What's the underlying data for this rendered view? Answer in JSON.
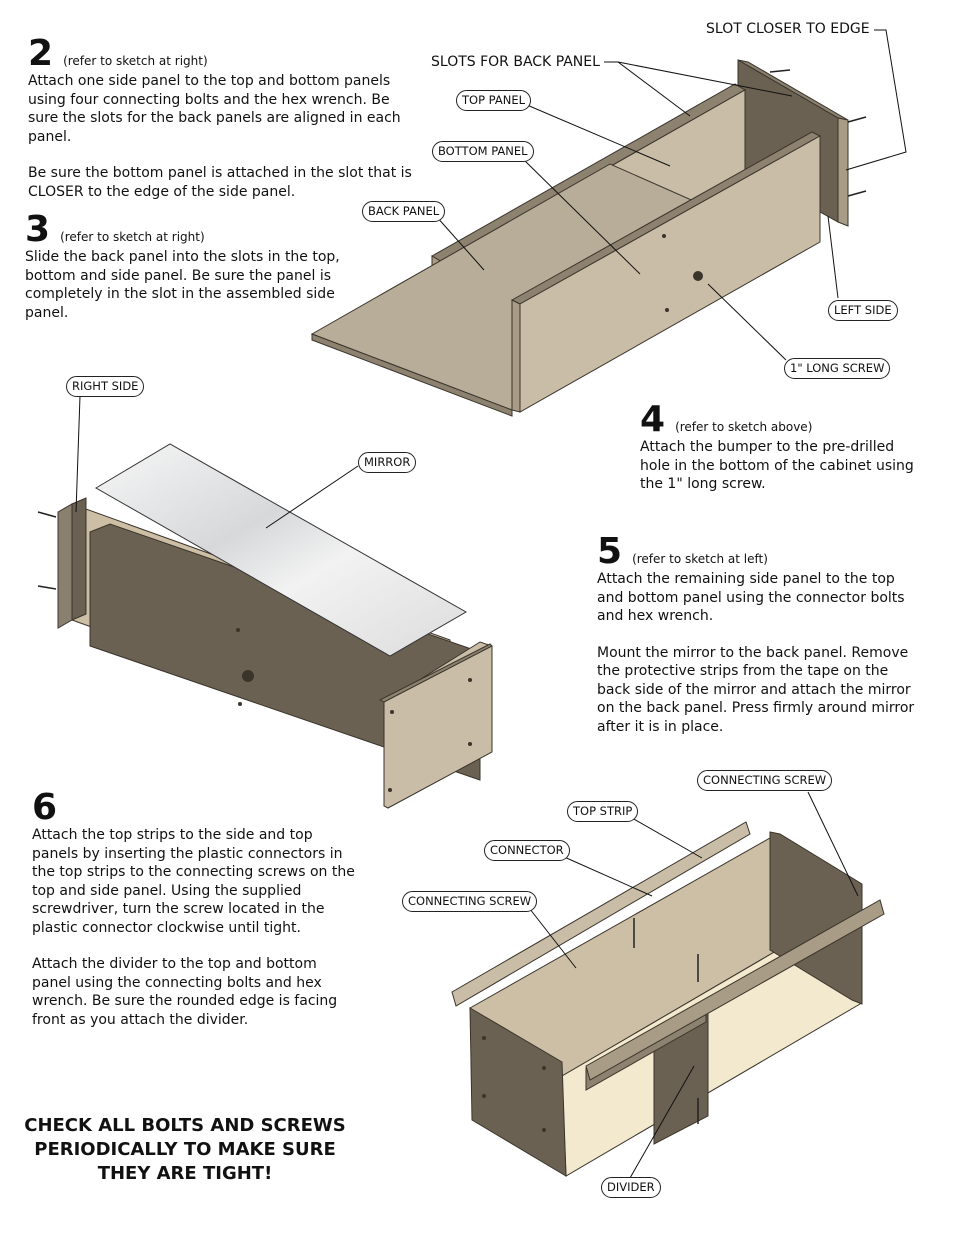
{
  "steps": [
    {
      "number": "2",
      "ref": "(refer to sketch at right)",
      "paragraphs": [
        "Attach one side panel to the top and bottom panels using four connecting bolts and the hex wrench.  Be sure the slots for the back panels are aligned in each panel.",
        "Be sure the bottom panel is attached in the slot that is CLOSER to the edge of the side panel."
      ]
    },
    {
      "number": "3",
      "ref": "(refer to sketch at right)",
      "paragraphs": [
        "Slide the back panel into the slots in the top, bottom and side panel.  Be sure the panel is completely in the slot in the assembled side panel."
      ]
    },
    {
      "number": "4",
      "ref": "(refer to sketch above)",
      "paragraphs": [
        "Attach the bumper to the pre-drilled hole in the bottom of the cabinet using the 1\" long screw."
      ]
    },
    {
      "number": "5",
      "ref": "(refer to sketch at left)",
      "paragraphs": [
        "Attach the remaining side panel to the top and bottom panel using the connector bolts and hex wrench.",
        "Mount the mirror to the back panel.  Remove the protective strips from the tape on the back side of the mirror and attach the mirror on the back panel.  Press firmly around mirror after it is in place."
      ]
    },
    {
      "number": "6",
      "ref": "",
      "paragraphs": [
        "Attach the top strips to the side and top panels by inserting the plastic connectors in the top strips to the connecting screws on the top and side panel.  Using the supplied screwdriver, turn the screw located in the plastic connector clockwise until tight.",
        "Attach the divider to the top and bottom panel using the connecting bolts and hex wrench.  Be sure the rounded edge is facing front as you attach the divider."
      ]
    }
  ],
  "warning": "CHECK ALL BOLTS AND SCREWS PERIODICALLY TO MAKE SURE THEY ARE TIGHT!",
  "labels": {
    "slot_closer": "SLOT CLOSER TO EDGE",
    "slots_back": "SLOTS FOR BACK PANEL",
    "top_panel": "TOP PANEL",
    "bottom_panel": "BOTTOM PANEL",
    "back_panel": "BACK PANEL",
    "left_side": "LEFT SIDE",
    "long_screw": "1\" LONG SCREW",
    "right_side": "RIGHT SIDE",
    "mirror": "MIRROR",
    "connecting_screw_top": "CONNECTING SCREW",
    "top_strip": "TOP STRIP",
    "connector": "CONNECTOR",
    "connecting_screw_left": "CONNECTING SCREW",
    "divider": "DIVIDER"
  },
  "colors": {
    "panel_dark": "#6b6152",
    "panel_light": "#c7bba5",
    "panel_edge": "#3a342b",
    "mirror": "#eef0f2"
  }
}
